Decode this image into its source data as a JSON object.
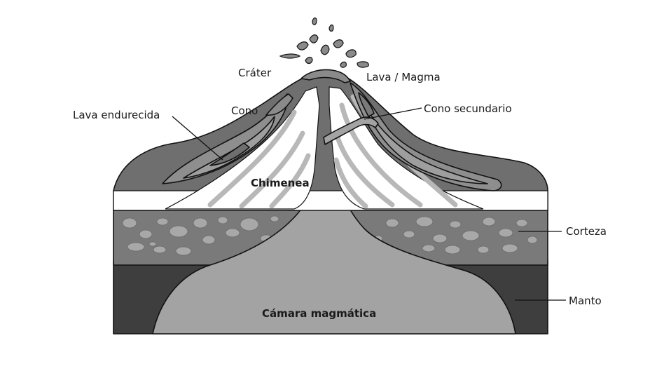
{
  "labels": {
    "crater": "Cráter",
    "lava_magma": "Lava / Magma",
    "lava_endurecida": "Lava endurecida",
    "cono": "Cono",
    "cono_secundario": "Cono secundario",
    "chimenea": "Chimenea",
    "corteza": "Corteza",
    "manto": "Manto",
    "camara_magmatica": "Cámara magmática"
  },
  "colors": {
    "mantle": "#3e3e3e",
    "crust": "#7a7a7a",
    "magma": "#a3a3a3",
    "cone": "#6f6f6f",
    "ash_white": "#ffffff",
    "stripe": "#b8b8b8"
  }
}
